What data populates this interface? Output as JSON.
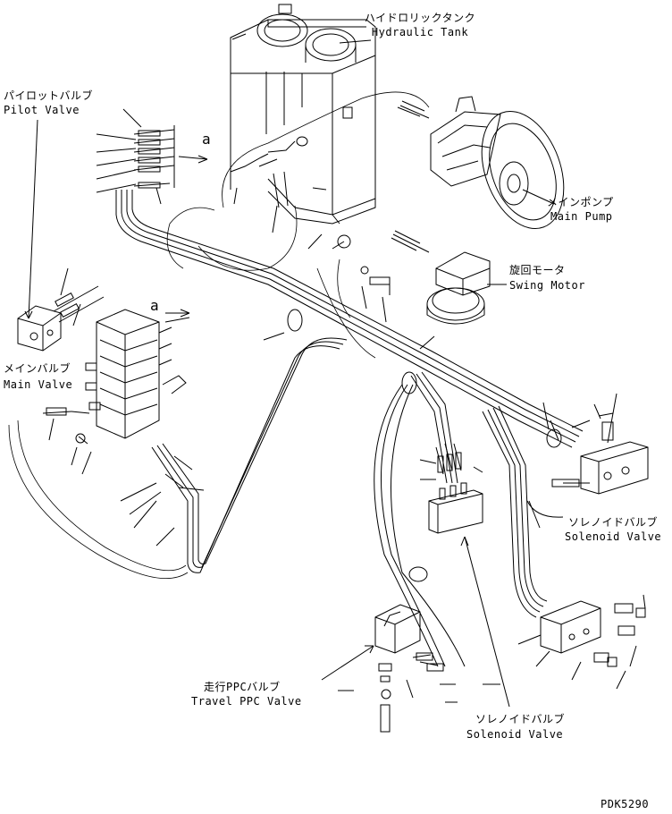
{
  "callout_letter": "a",
  "labels": {
    "hydraulic_tank": {
      "jp": "ハイドロリックタンク",
      "en": "Hydraulic Tank"
    },
    "pilot_valve": {
      "jp": "パイロットバルブ",
      "en": "Pilot Valve"
    },
    "main_pump": {
      "jp": "メインポンプ",
      "en": "Main Pump"
    },
    "swing_motor": {
      "jp": "旋回モータ",
      "en": "Swing Motor"
    },
    "main_valve": {
      "jp": "メインバルブ",
      "en": "Main Valve"
    },
    "solenoid_valve_right": {
      "jp": "ソレノイドバルブ",
      "en": "Solenoid Valve"
    },
    "travel_ppc_valve": {
      "jp": "走行PPCバルブ",
      "en": "Travel PPC Valve"
    },
    "solenoid_valve_bottom": {
      "jp": "ソレノイドバルブ",
      "en": "Solenoid Valve"
    }
  },
  "drawing_code": "PDK5290"
}
